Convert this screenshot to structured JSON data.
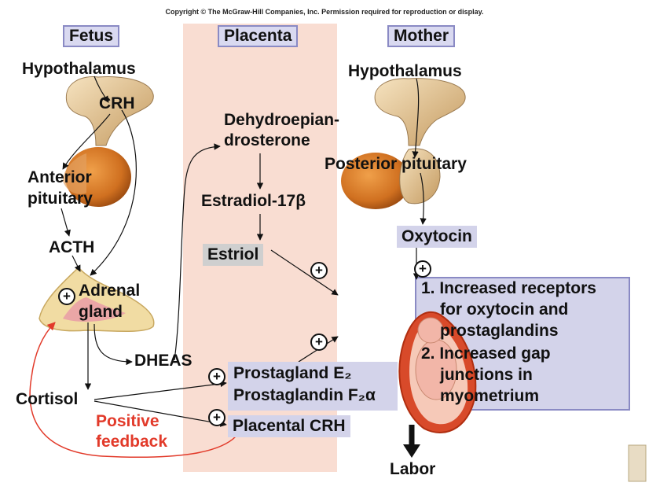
{
  "copyright": "Copyright © The McGraw-Hill Companies, Inc. Permission required for reproduction or display.",
  "columns": {
    "fetus": "Fetus",
    "placenta": "Placenta",
    "mother": "Mother"
  },
  "fetus": {
    "hypothalamus": "Hypothalamus",
    "crh": "CRH",
    "anterior_pituitary_1": "Anterior",
    "anterior_pituitary_2": "pituitary",
    "acth": "ACTH",
    "adrenal_1": "Adrenal",
    "adrenal_2": "gland",
    "dheas": "DHEAS",
    "cortisol": "Cortisol",
    "positive_feedback_1": "Positive",
    "positive_feedback_2": "feedback"
  },
  "placenta": {
    "dhea_1": "Dehydroepian-",
    "dhea_2": "drosterone",
    "estradiol": "Estradiol-17β",
    "estriol": "Estriol",
    "pge2": "Prostagland E₂",
    "pgf2a": "Prostaglandin F₂α",
    "placental_crh": "Placental CRH"
  },
  "mother": {
    "hypothalamus": "Hypothalamus",
    "posterior_pituitary": "Posterior pituitary",
    "oxytocin": "Oxytocin",
    "effect_1a": "1. Increased receptors",
    "effect_1b": "for oxytocin and",
    "effect_1c": "prostaglandins",
    "effect_2a": "2. Increased gap",
    "effect_2b": "junctions in",
    "effect_2c": "myometrium",
    "labor": "Labor"
  },
  "plus_symbol": "+",
  "colors": {
    "placenta_band": "#f9ddd2",
    "box_fill": "#d3d3ea",
    "header_border": "#8a8ac4",
    "feedback_red": "#e23a2a",
    "gland_orange": "#d9802a"
  }
}
